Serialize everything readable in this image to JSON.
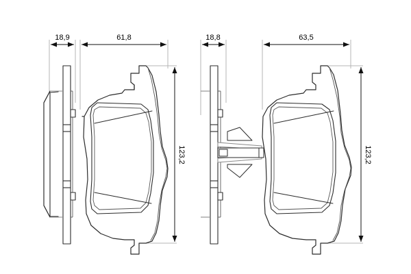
{
  "drawing": {
    "title": "Brake pad set technical drawing",
    "background_color": "#ffffff",
    "line_color": "#1a1a1a",
    "dimension_line_color": "#9a9a9a",
    "extension_line_color": "#b0b0b0",
    "text_color": "#000000"
  },
  "dimensions": {
    "thickness_left": "18,9",
    "width_left": "61,8",
    "thickness_right": "18,8",
    "width_right": "63,5",
    "height_left": "123,2",
    "height_right": "123,2"
  },
  "views": [
    {
      "name": "left-side-profile-view",
      "label": ""
    },
    {
      "name": "left-pad-face-view",
      "label": ""
    },
    {
      "name": "right-side-profile-view-with-clip",
      "label": ""
    },
    {
      "name": "right-pad-face-view",
      "label": ""
    }
  ]
}
